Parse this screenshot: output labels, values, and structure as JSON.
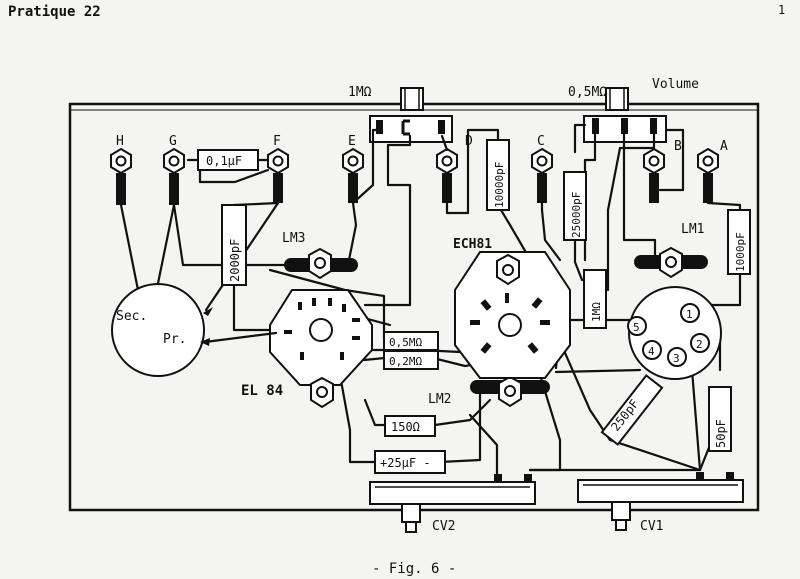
{
  "header": {
    "title": "Pratique 22",
    "corner_mark": "1"
  },
  "caption": "- Fig. 6 -",
  "terminals": [
    "H",
    "G",
    "F",
    "E",
    "D",
    "C",
    "B",
    "A"
  ],
  "potentiometers": {
    "p1": "1MΩ",
    "p2": "0,5MΩ",
    "p2_name": "Volume"
  },
  "components": {
    "c_01": "0,1µF",
    "c_2000": "2000pF",
    "c_10000": "10000pF",
    "c_25000": "25000pF",
    "r_1m": "1MΩ",
    "c_1000": "1000pF",
    "r_05m": "0,5MΩ",
    "r_02m": "0,2MΩ",
    "r_150": "150Ω",
    "c_25u": "+25µF -",
    "c_250": "250pF",
    "c_50": "50pF"
  },
  "tubes": {
    "el84": "EL 84",
    "ech81": "ECH81"
  },
  "lamps": {
    "lm1": "LM1",
    "lm2": "LM2",
    "lm3": "LM3"
  },
  "transformer": {
    "sec": "Sec.",
    "pr": "Pr."
  },
  "coil_pins": [
    "1",
    "2",
    "3",
    "4",
    "5"
  ],
  "variable_caps": {
    "cv1": "CV1",
    "cv2": "CV2"
  }
}
